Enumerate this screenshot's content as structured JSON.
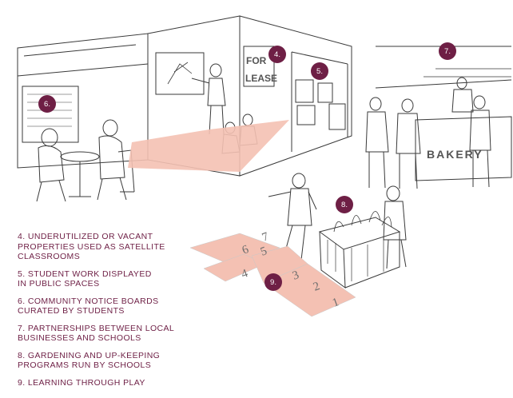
{
  "accent_color": "#6e1f45",
  "highlight_color": "#f4c1b3",
  "markers": [
    "4.",
    "5.",
    "6.",
    "7.",
    "8.",
    "9."
  ],
  "signs": {
    "for_lease_line1": "FOR",
    "for_lease_line2": "LEASE",
    "bakery": "BAKERY"
  },
  "hopscotch_numbers": [
    "1",
    "2",
    "3",
    "4",
    "5",
    "6",
    "7"
  ],
  "legend": [
    "4. UNDERUTILIZED OR VACANT\nPROPERTIES USED AS SATELLITE\nCLASSROOMS",
    "5. STUDENT WORK DISPLAYED\nIN PUBLIC SPACES",
    "6. COMMUNITY NOTICE BOARDS\nCURATED BY STUDENTS",
    "7. PARTNERSHIPS BETWEEN LOCAL\nBUSINESSES AND SCHOOLS",
    "8. GARDENING AND UP-KEEPING\nPROGRAMS RUN BY SCHOOLS",
    "9. LEARNING THROUGH PLAY"
  ]
}
